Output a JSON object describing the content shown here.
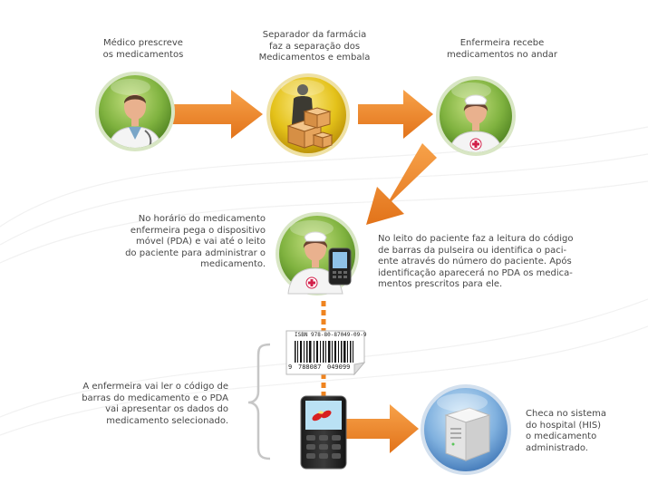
{
  "steps": {
    "doctor": "Médico prescreve\nos medicamentos",
    "pharmacy": "Separador da farmácia\nfaz a separação dos\nMedicamentos e embala",
    "nurse_receives": "Enfermeira recebe\nmedicamentos no andar",
    "nurse_pda": "No horário do medicamento\nenfermeira pega o dispositivo\nmóvel (PDA) e vai até o leito\ndo paciente para administrar o\nmedicamento.",
    "bed_scan": "No leito do paciente faz a leitura do código\nde barras da pulseira ou identifica o paci-\nente através do número do paciente. Após\nidentificação aparecerá no PDA os medica-\nmentos prescritos para ele.",
    "med_barcode": "A enfermeira vai ler o código de\nbarras do medicamento e o PDA\nvai apresentar os dados do\nmedicamento selecionado.",
    "his_check": "Checa no sistema\ndo hospital (HIS)\no medicamento\nadministrado."
  },
  "barcode": {
    "isbn": "ISBN  978-80-87049-09-9",
    "number_left": "9",
    "number_mid": "788087",
    "number_right": "049099"
  },
  "colors": {
    "arrow": "#ef8420",
    "green_circle": "#7fb23f",
    "yellow_circle": "#e4c21a",
    "blue_circle": "#7fb0de",
    "cross": "#d2204a"
  },
  "icons": [
    "doctor-icon",
    "pharmacy-boxes-icon",
    "nurse-icon",
    "nurse-pda-icon",
    "barcode-label-icon",
    "pda-icon",
    "server-icon"
  ]
}
